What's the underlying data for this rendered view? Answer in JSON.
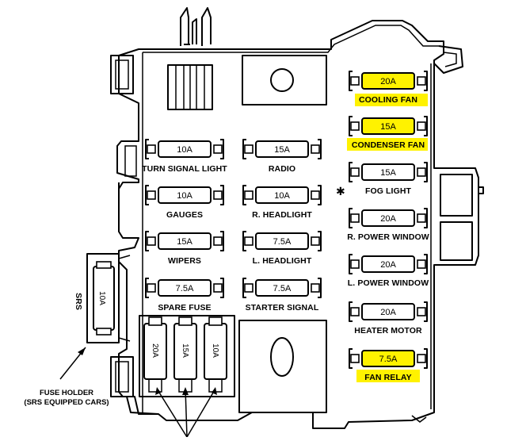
{
  "colors": {
    "highlight": "#fff200",
    "line": "#000000",
    "background": "#ffffff"
  },
  "fuses": {
    "cooling_fan": {
      "amp": "20A",
      "label": "COOLING FAN",
      "highlighted": true
    },
    "condenser_fan": {
      "amp": "15A",
      "label": "CONDENSER FAN",
      "highlighted": true
    },
    "fog_light": {
      "amp": "15A",
      "label": "FOG LIGHT",
      "highlighted": false
    },
    "r_power_window": {
      "amp": "20A",
      "label": "R. POWER WINDOW",
      "highlighted": false
    },
    "l_power_window": {
      "amp": "20A",
      "label": "L. POWER WINDOW",
      "highlighted": false
    },
    "heater_motor": {
      "amp": "20A",
      "label": "HEATER MOTOR",
      "highlighted": false
    },
    "fan_relay": {
      "amp": "7.5A",
      "label": "FAN RELAY",
      "highlighted": true
    },
    "turn_signal": {
      "amp": "10A",
      "label": "TURN SIGNAL LIGHT"
    },
    "radio": {
      "amp": "15A",
      "label": "RADIO"
    },
    "gauges": {
      "amp": "10A",
      "label": "GAUGES"
    },
    "r_headlight": {
      "amp": "10A",
      "label": "R. HEADLIGHT"
    },
    "wipers": {
      "amp": "15A",
      "label": "WIPERS"
    },
    "l_headlight": {
      "amp": "7.5A",
      "label": "L. HEADLIGHT"
    },
    "spare_fuse": {
      "amp": "7.5A",
      "label": "SPARE FUSE"
    },
    "starter_signal": {
      "amp": "7.5A",
      "label": "STARTER SIGNAL"
    }
  },
  "spares": {
    "v1": "20A",
    "v2": "15A",
    "v3": "10A"
  },
  "srs": {
    "label": "SRS",
    "amp": "10A"
  },
  "fuse_holder_caption": {
    "line1": "FUSE HOLDER",
    "line2": "(SRS EQUIPPED CARS)"
  },
  "asterisk": "✱"
}
